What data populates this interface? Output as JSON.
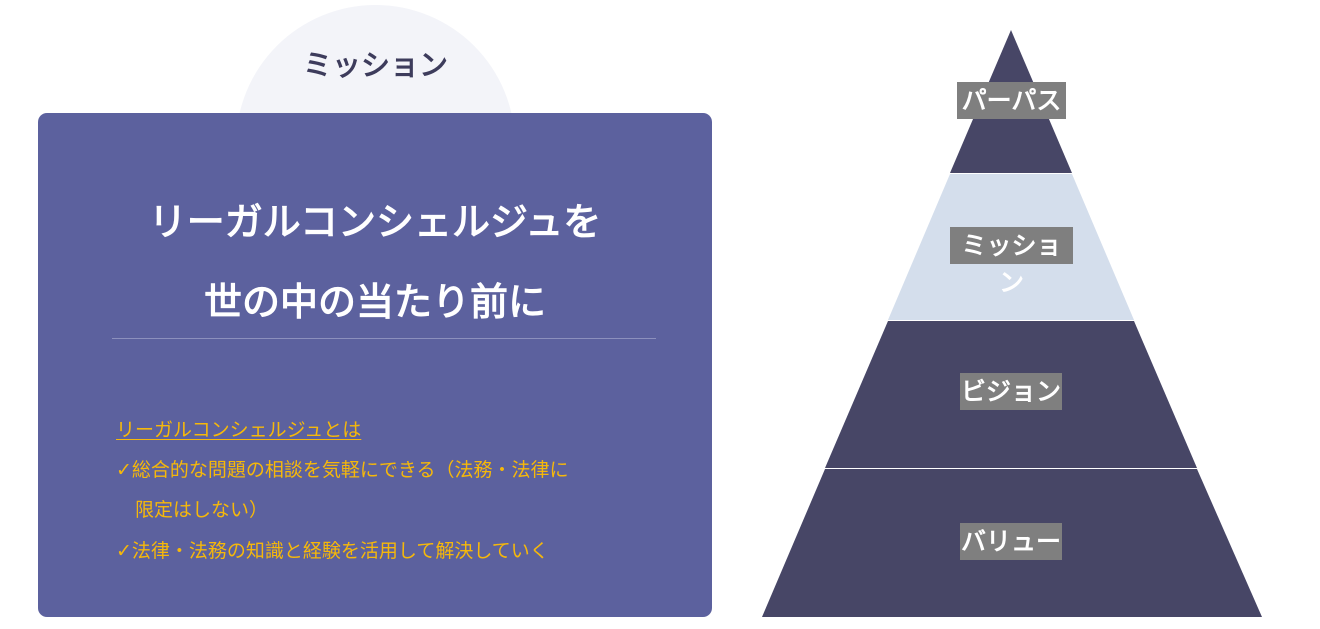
{
  "tab_title": "ミッション",
  "card": {
    "heading_line1": "リーガルコンシェルジュを",
    "heading_line2": "世の中の当たり前に",
    "subheading": "リーガルコンシェルジュとは",
    "bullet_mark": "✓",
    "bullet1_line1": "総合的な問題の相談を気軽にできる（法務・法律に",
    "bullet1_line2": "限定はしない）",
    "bullet2": "法律・法務の知識と経験を活用して解決していく"
  },
  "pyramid": {
    "levels": [
      {
        "label": "パーパス",
        "color": "#474666"
      },
      {
        "label": "ミッション",
        "color": "#d4deec"
      },
      {
        "label": "ビジョン",
        "color": "#474666"
      },
      {
        "label": "バリュー",
        "color": "#474666"
      }
    ]
  }
}
